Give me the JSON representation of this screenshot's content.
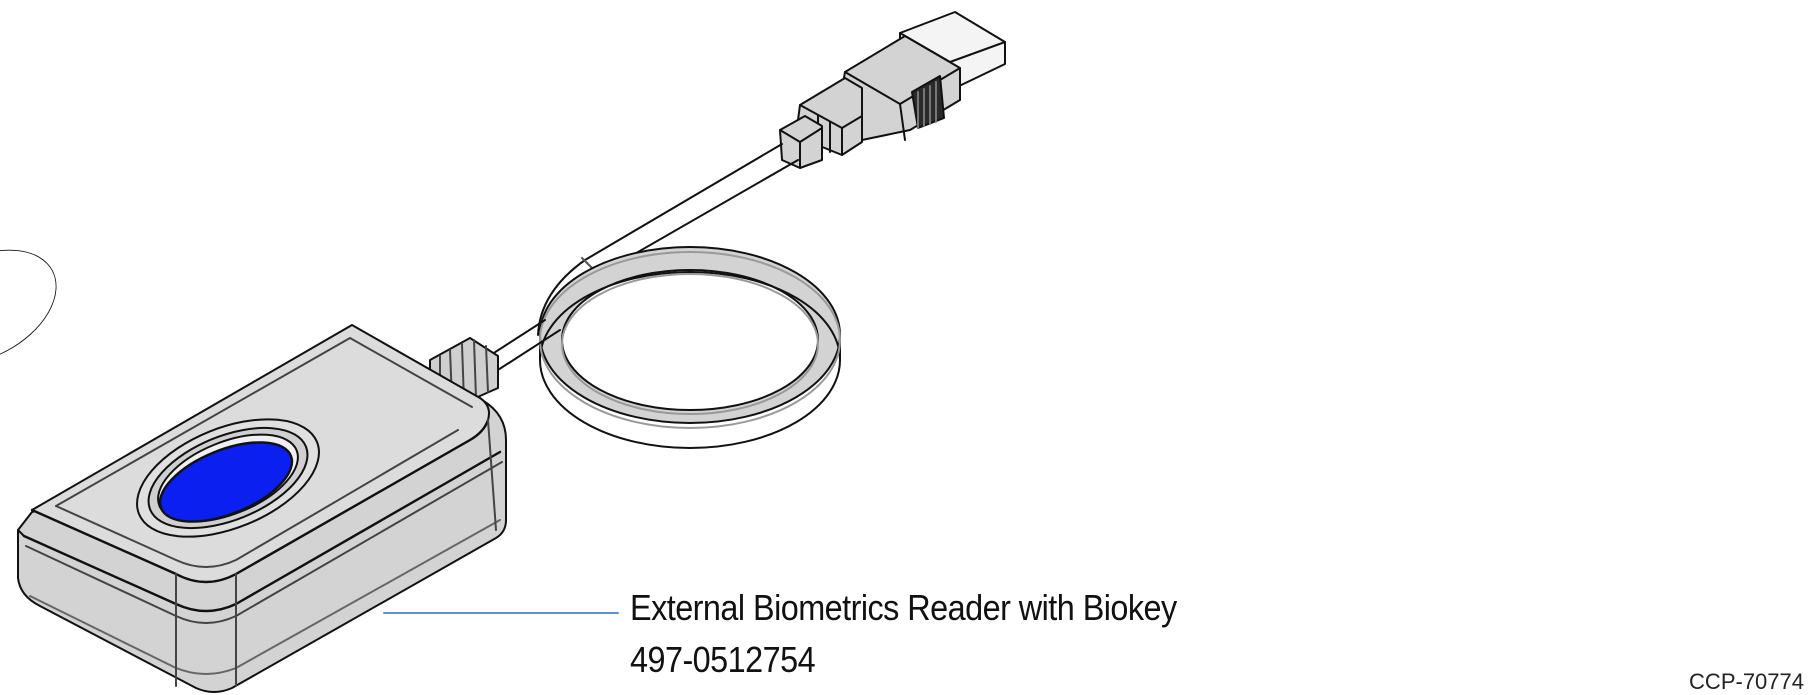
{
  "callout": {
    "name": "External Biometrics Reader with Biokey",
    "part_number": "497-0512754",
    "leader_color": "#5b8fd9"
  },
  "figure_id": "CCP-70774",
  "colors": {
    "body_fill": "#d3d3d3",
    "body_light": "#e6e6e6",
    "outline": "#111111",
    "sensor": "#0a1ff0"
  }
}
